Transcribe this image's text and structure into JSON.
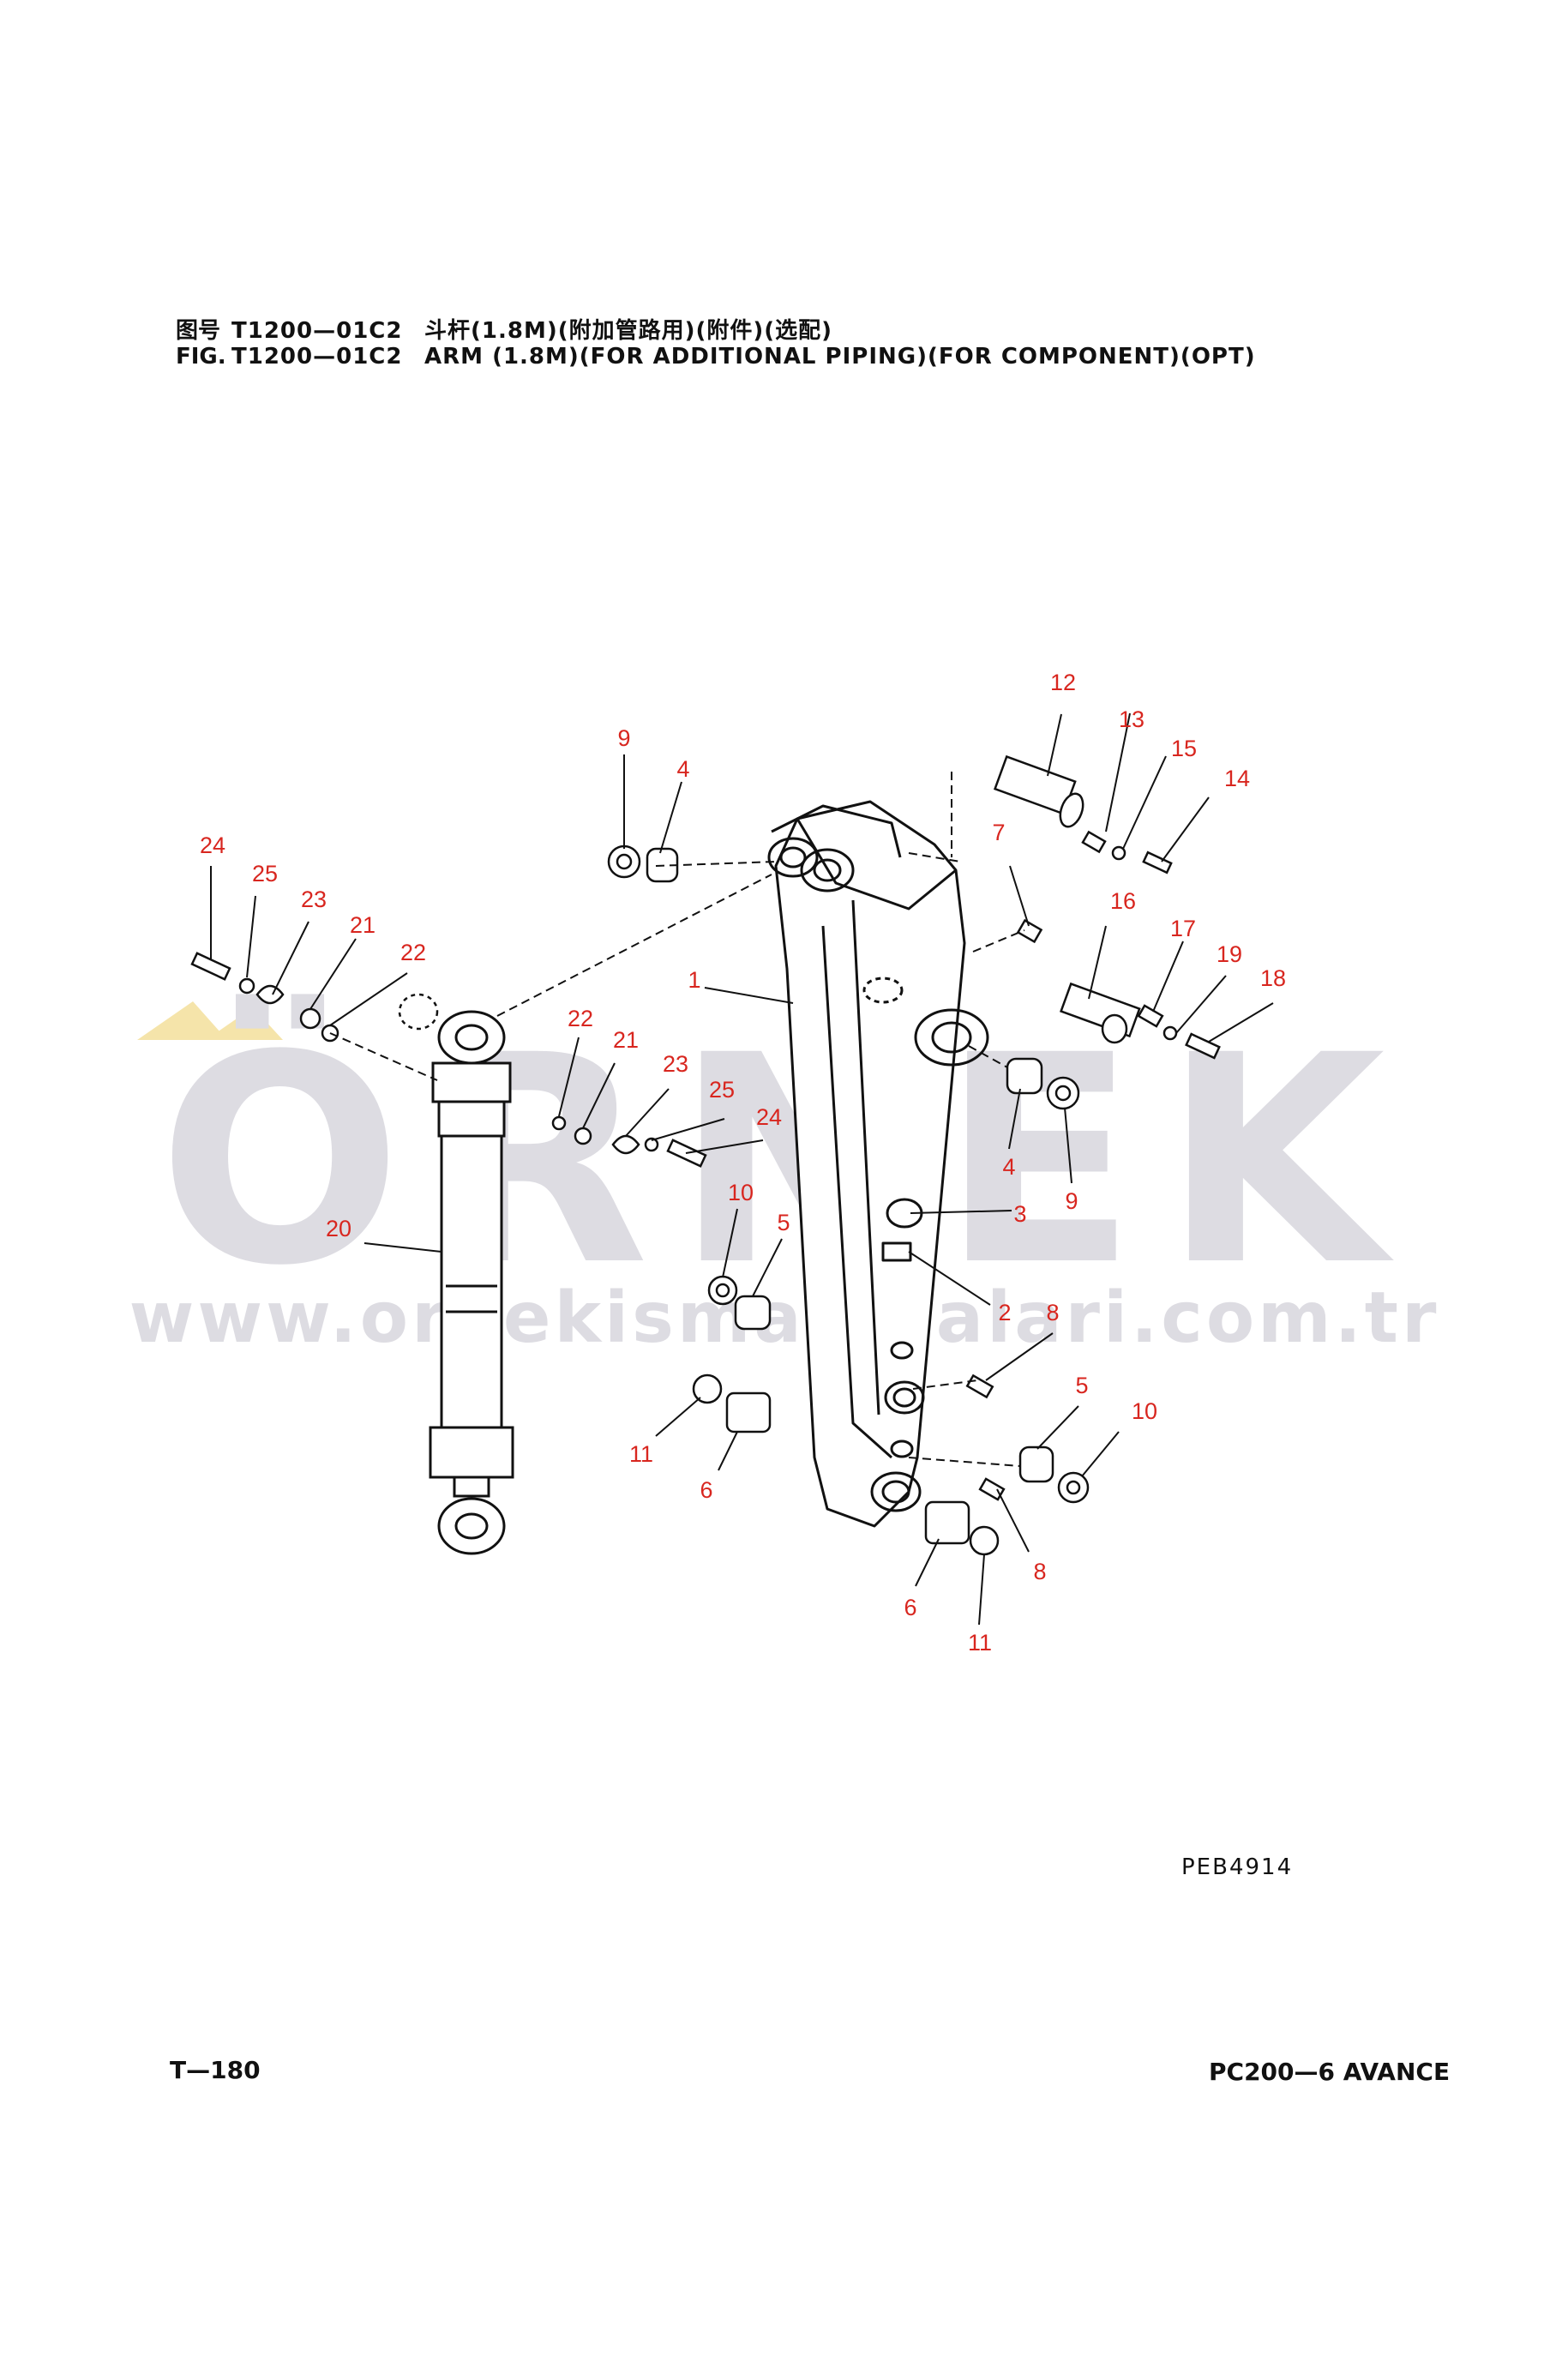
{
  "header": {
    "line1_label": "图号",
    "line1_code": "T1200—01C2",
    "line1_desc": "斗杆(1.8M)(附加管路用)(附件)(选配)",
    "line2_label": "FIG.",
    "line2_code": "T1200—01C2",
    "line2_desc": "ARM (1.8M)(FOR ADDITIONAL PIPING)(FOR COMPONENT)(OPT)"
  },
  "watermark": {
    "brand": "ÖRNEK",
    "url": "www.ornekismakinalari.com.tr",
    "colors": {
      "text": "#dcdbe1",
      "accent": "#f5e3a6"
    }
  },
  "callouts": [
    {
      "id": "c12",
      "label": "12"
    },
    {
      "id": "c13",
      "label": "13"
    },
    {
      "id": "c15",
      "label": "15"
    },
    {
      "id": "c14",
      "label": "14"
    },
    {
      "id": "c9a",
      "label": "9"
    },
    {
      "id": "c4a",
      "label": "4"
    },
    {
      "id": "c7",
      "label": "7"
    },
    {
      "id": "c16",
      "label": "16"
    },
    {
      "id": "c17",
      "label": "17"
    },
    {
      "id": "c19",
      "label": "19"
    },
    {
      "id": "c18",
      "label": "18"
    },
    {
      "id": "c24a",
      "label": "24"
    },
    {
      "id": "c25a",
      "label": "25"
    },
    {
      "id": "c23a",
      "label": "23"
    },
    {
      "id": "c21a",
      "label": "21"
    },
    {
      "id": "c22a",
      "label": "22"
    },
    {
      "id": "c1",
      "label": "1"
    },
    {
      "id": "c22b",
      "label": "22"
    },
    {
      "id": "c21b",
      "label": "21"
    },
    {
      "id": "c23b",
      "label": "23"
    },
    {
      "id": "c25b",
      "label": "25"
    },
    {
      "id": "c24b",
      "label": "24"
    },
    {
      "id": "c4b",
      "label": "4"
    },
    {
      "id": "c9b",
      "label": "9"
    },
    {
      "id": "c3",
      "label": "3"
    },
    {
      "id": "c20",
      "label": "20"
    },
    {
      "id": "c10a",
      "label": "10"
    },
    {
      "id": "c5a",
      "label": "5"
    },
    {
      "id": "c2",
      "label": "2"
    },
    {
      "id": "c8a",
      "label": "8"
    },
    {
      "id": "c5b",
      "label": "5"
    },
    {
      "id": "c10b",
      "label": "10"
    },
    {
      "id": "c11a",
      "label": "11"
    },
    {
      "id": "c6a",
      "label": "6"
    },
    {
      "id": "c8b",
      "label": "8"
    },
    {
      "id": "c6b",
      "label": "6"
    },
    {
      "id": "c11b",
      "label": "11"
    }
  ],
  "drawing_code": "PEB4914",
  "footer": {
    "page": "T—180",
    "model": "PC200—6 AVANCE"
  }
}
